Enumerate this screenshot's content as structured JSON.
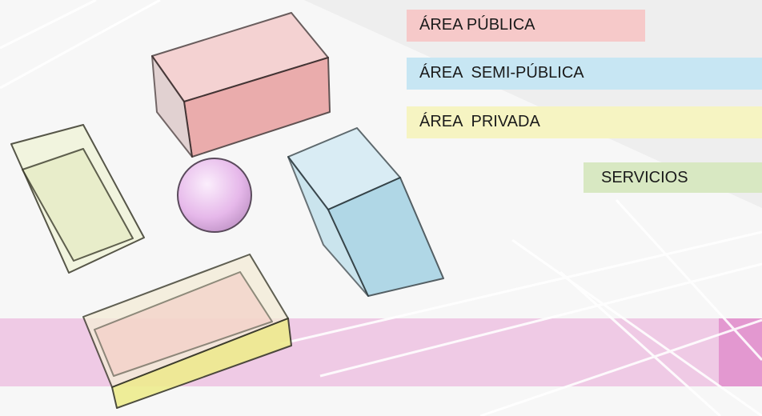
{
  "legend": {
    "publica": {
      "label": "ÁREA PÚBLICA",
      "color": "#f6c9c9"
    },
    "semi": {
      "label": "ÁREA  SEMI-PÚBLICA",
      "color": "#c7e6f3"
    },
    "privada": {
      "label": "ÁREA  PRIVADA",
      "color": "#f6f4c2"
    },
    "servicios": {
      "label": "SERVICIOS",
      "color": "#d8e8c2"
    }
  },
  "shapes": {
    "public_box": {
      "fill": "#e89a9a"
    },
    "semi_box": {
      "fill": "#9fd0e3"
    },
    "private_box": {
      "fill": "#eeec8e"
    },
    "service_box": {
      "fill": "#dfeac2"
    },
    "sphere": {
      "fill": "#e6b8ea"
    }
  },
  "band": {
    "color": "#e9a6d7"
  }
}
